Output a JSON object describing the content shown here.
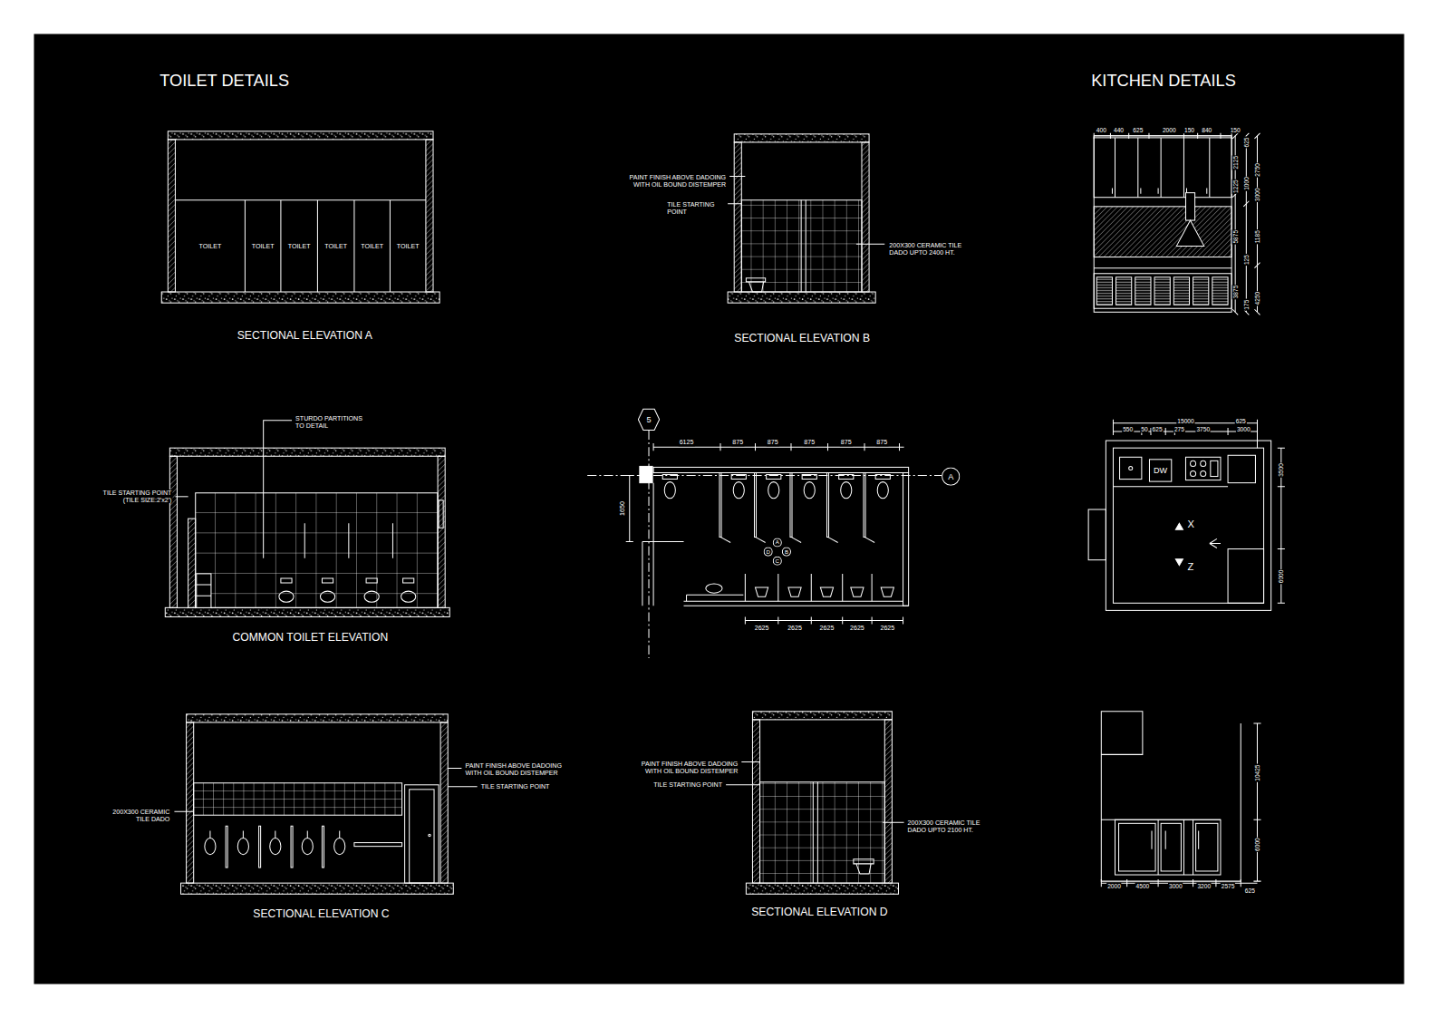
{
  "diagram": {
    "nodes": [
      {
        "text": [
          "TOILET"
        ]
      },
      {
        "text": [
          "TOILET"
        ]
      },
      {
        "text": [
          "TOILET"
        ]
      },
      {
        "text": [
          "TOILET"
        ]
      },
      {
        "text": [
          "TOILET"
        ]
      },
      {
        "text": [
          "TOILET"
        ]
      },
      {
        "text": [
          "5"
        ]
      },
      {
        "text": [
          "A"
        ]
      },
      {
        "text": [
          "A"
        ]
      },
      {
        "text": [
          "D"
        ]
      },
      {
        "text": [
          "B"
        ]
      },
      {
        "text": [
          "C"
        ]
      },
      {
        "text": [
          "DW"
        ]
      }
    ],
    "labels": [
      "TOILET DETAILS",
      "KITCHEN DETAILS",
      "SECTIONAL ELEVATION A",
      "PAINT FINISH ABOVE DADOING WITH OIL BOUND DISTEMPER",
      "TILE STARTING POINT",
      "200X300 CERAMIC TILE DADO UPTO 2400 HT.",
      "SECTIONAL ELEVATION B",
      "400",
      "440",
      "625",
      "2000",
      "150",
      "840",
      "150",
      "625",
      "2125",
      "2750",
      "1225",
      "1000",
      "3000",
      "5875",
      "1185",
      "125",
      "3875",
      "175",
      "4250",
      "STURDO PARTITIONS TO DETAIL",
      "TILE STARTING POINT (TILE SIZE:2'x2')",
      "COMMON TOILET ELEVATION",
      "6125",
      "875",
      "875",
      "875",
      "875",
      "875",
      "1650",
      "2625",
      "2625",
      "2625",
      "2625",
      "2625",
      "15000",
      "625",
      "550",
      "50",
      "625",
      "275",
      "3750",
      "3000",
      "3500",
      "6000",
      "X",
      "Z",
      "10425",
      "6000",
      "2000",
      "4500",
      "3000",
      "3200",
      "2575",
      "625",
      "PAINT FINISH ABOVE DADOING WITH OIL BOUND DISTEMPER",
      "TILE STARTING POINT",
      "200X300 CERAMIC TILE DADO",
      "SECTIONAL ELEVATION C",
      "PAINT FINISH ABOVE DADOING WITH OIL BOUND DISTEMPER",
      "TILE STARTING POINT",
      "200X300 CERAMIC TILE DADO UPTO 2100 HT.",
      "SECTIONAL ELEVATION D"
    ]
  }
}
